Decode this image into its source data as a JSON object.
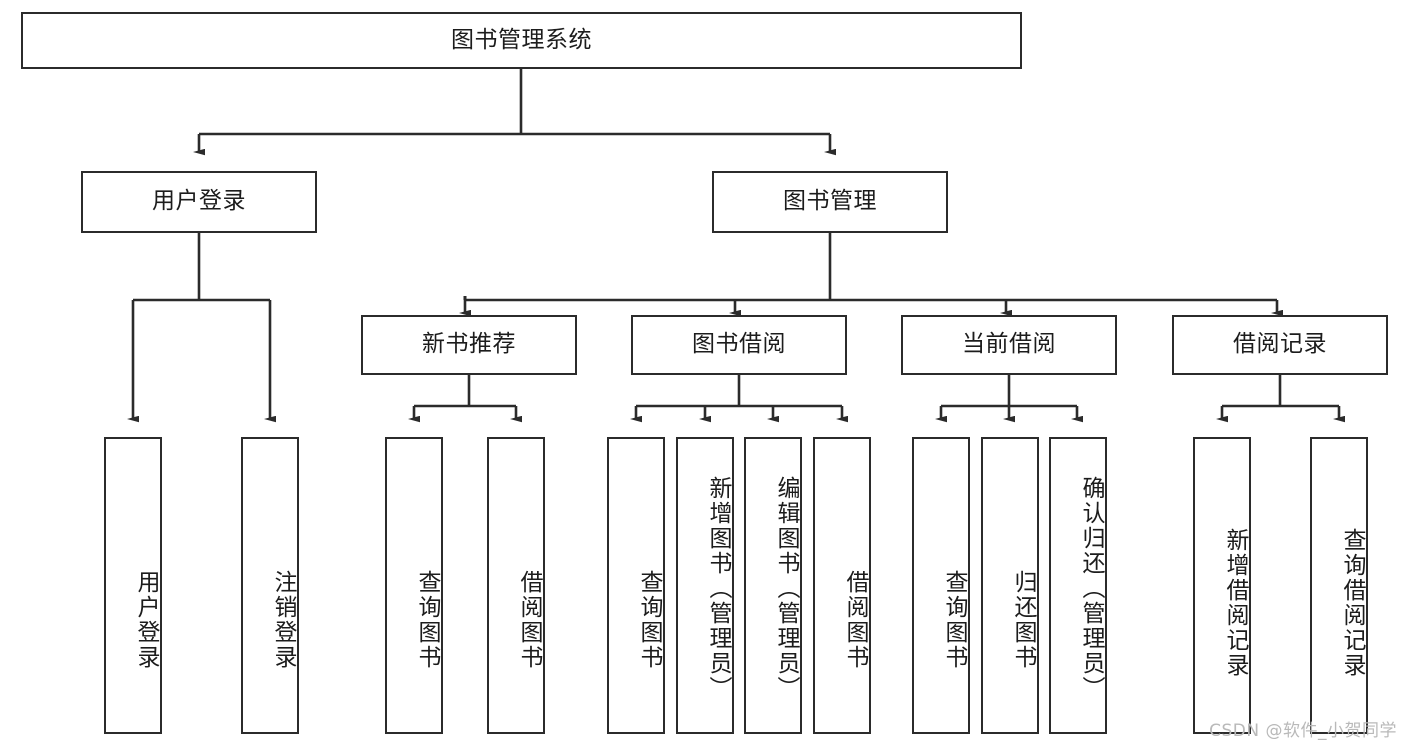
{
  "diagram": {
    "type": "tree-hierarchy",
    "title": "图书管理系统",
    "watermark": "CSDN @软件_小贺同学",
    "colors": {
      "node_border": "#2b2b2b",
      "node_fill": "#ffffff",
      "edge": "#2b2b2b",
      "text": "#1c1c1c",
      "watermark": "#b9b9b9"
    },
    "nodes": {
      "root": {
        "label": "图书管理系统",
        "orientation": "horizontal"
      },
      "level2": [
        {
          "id": "user-login",
          "label": "用户登录",
          "orientation": "horizontal"
        },
        {
          "id": "book-manage",
          "label": "图书管理",
          "orientation": "horizontal"
        }
      ],
      "level3": [
        {
          "id": "new-book-recommend",
          "label": "新书推荐",
          "orientation": "horizontal"
        },
        {
          "id": "book-borrow",
          "label": "图书借阅",
          "orientation": "horizontal"
        },
        {
          "id": "current-borrow",
          "label": "当前借阅",
          "orientation": "horizontal"
        },
        {
          "id": "borrow-record",
          "label": "借阅记录",
          "orientation": "horizontal"
        }
      ],
      "leaves": [
        {
          "id": "leaf-user-login",
          "label": "用户登录",
          "parent": "user-login",
          "orientation": "vertical"
        },
        {
          "id": "leaf-user-logout",
          "label": "注销登录",
          "parent": "user-login",
          "orientation": "vertical"
        },
        {
          "id": "leaf-query-book-1",
          "label": "查询图书",
          "parent": "new-book-recommend",
          "orientation": "vertical"
        },
        {
          "id": "leaf-borrow-book-1",
          "label": "借阅图书",
          "parent": "new-book-recommend",
          "orientation": "vertical"
        },
        {
          "id": "leaf-query-book-2",
          "label": "查询图书",
          "parent": "book-borrow",
          "orientation": "vertical"
        },
        {
          "id": "leaf-add-book",
          "label": "新增图书（管理员）",
          "parent": "book-borrow",
          "orientation": "vertical"
        },
        {
          "id": "leaf-edit-book",
          "label": "编辑图书（管理员）",
          "parent": "book-borrow",
          "orientation": "vertical"
        },
        {
          "id": "leaf-borrow-book-2",
          "label": "借阅图书",
          "parent": "book-borrow",
          "orientation": "vertical"
        },
        {
          "id": "leaf-query-book-3",
          "label": "查询图书",
          "parent": "current-borrow",
          "orientation": "vertical"
        },
        {
          "id": "leaf-return-book",
          "label": "归还图书",
          "parent": "current-borrow",
          "orientation": "vertical"
        },
        {
          "id": "leaf-confirm-return",
          "label": "确认归还（管理员）",
          "parent": "current-borrow",
          "orientation": "vertical"
        },
        {
          "id": "leaf-add-record",
          "label": "新增借阅记录",
          "parent": "borrow-record",
          "orientation": "vertical"
        },
        {
          "id": "leaf-query-record",
          "label": "查询借阅记录",
          "parent": "borrow-record",
          "orientation": "vertical"
        }
      ]
    }
  }
}
